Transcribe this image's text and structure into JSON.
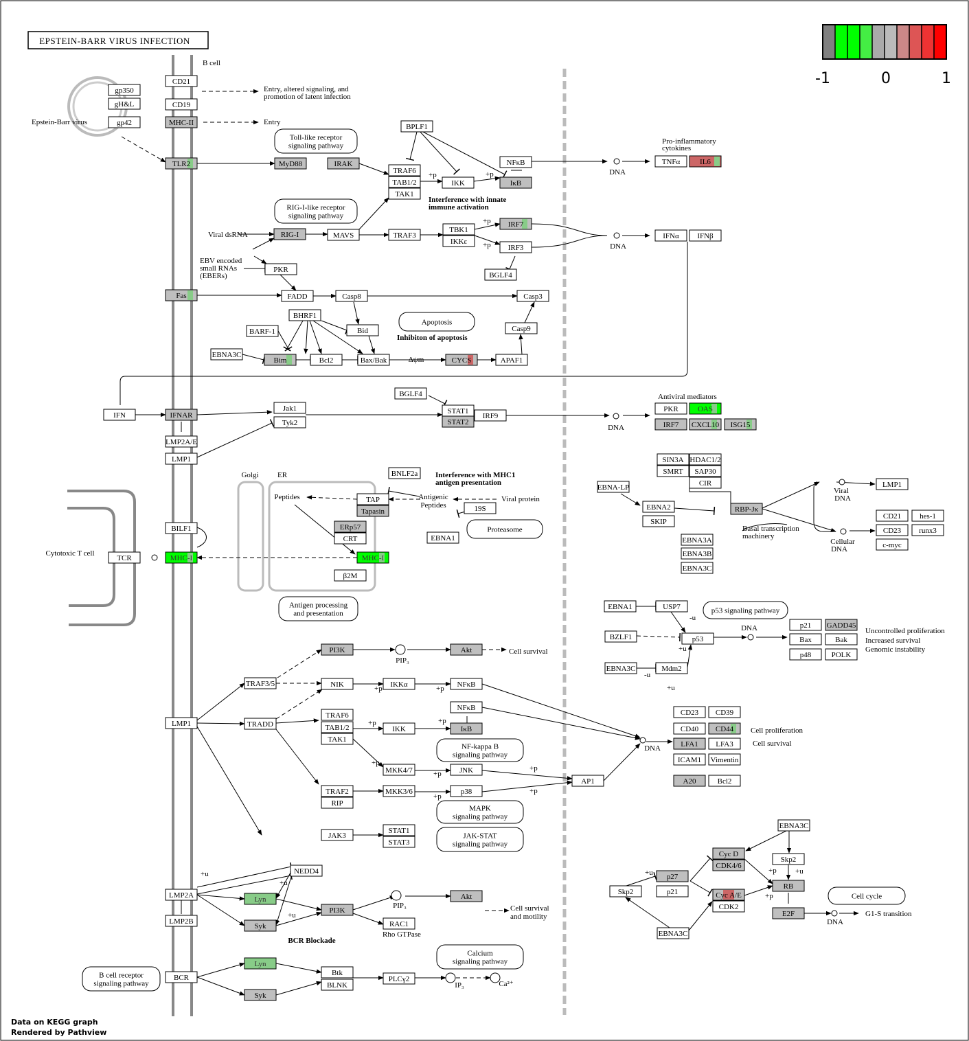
{
  "title": "EPSTEIN-BARR VIRUS INFECTION",
  "legend": {
    "labels": [
      "-1",
      "0",
      "1"
    ],
    "colors": [
      "#808080",
      "#00ff00",
      "#00ff00",
      "#44ee44",
      "#aaaaaa",
      "#bbbbbb",
      "#cc8888",
      "#dd5555",
      "#ee3333",
      "#ff0000"
    ]
  },
  "footer": {
    "line1": "Data on KEGG graph",
    "line2": "Rendered by  Pathview"
  },
  "colors": {
    "gray": "#bfbfbf",
    "green": "#00ff00",
    "lightgreen": "#88cc88",
    "red": "#ff0000",
    "lightred": "#cc6666",
    "white": "#ffffff"
  },
  "nodes": [
    {
      "id": "gp350",
      "label": "gp350",
      "fill": "white"
    },
    {
      "id": "gHgL",
      "label": "gH&L",
      "fill": "white"
    },
    {
      "id": "gp42",
      "label": "gp42",
      "fill": "white"
    },
    {
      "id": "CD21a",
      "label": "CD21",
      "fill": "white"
    },
    {
      "id": "CD19",
      "label": "CD19",
      "fill": "white"
    },
    {
      "id": "MHCII",
      "label": "MHC-II",
      "fill": "gray"
    },
    {
      "id": "TLR2",
      "label": "TLR2",
      "fill": "gray",
      "accent": "lightgreen"
    },
    {
      "id": "MyD88",
      "label": "MyD88",
      "fill": "gray"
    },
    {
      "id": "IRAK",
      "label": "IRAK",
      "fill": "gray"
    },
    {
      "id": "TRAF6a",
      "label": "TRAF6",
      "fill": "white"
    },
    {
      "id": "TAB12a",
      "label": "TAB1/2",
      "fill": "white"
    },
    {
      "id": "TAK1a",
      "label": "TAK1",
      "fill": "white"
    },
    {
      "id": "BPLF1",
      "label": "BPLF1",
      "fill": "white"
    },
    {
      "id": "IKKa",
      "label": "IKK",
      "fill": "white"
    },
    {
      "id": "NFkBa",
      "label": "NFκB",
      "fill": "white"
    },
    {
      "id": "IkBa",
      "label": "IκB",
      "fill": "gray"
    },
    {
      "id": "TNFa",
      "label": "TNFα",
      "fill": "white"
    },
    {
      "id": "IL6",
      "label": "IL6",
      "fill": "lightred",
      "accent": "lightgreen"
    },
    {
      "id": "RIGI",
      "label": "RIG-I",
      "fill": "gray"
    },
    {
      "id": "MAVS",
      "label": "MAVS",
      "fill": "white"
    },
    {
      "id": "TRAF3a",
      "label": "TRAF3",
      "fill": "white"
    },
    {
      "id": "TBK1",
      "label": "TBK1",
      "fill": "white"
    },
    {
      "id": "IKKe",
      "label": "IKKε",
      "fill": "white"
    },
    {
      "id": "IRF7a",
      "label": "IRF7",
      "fill": "gray",
      "accent": "lightgreen"
    },
    {
      "id": "IRF3",
      "label": "IRF3",
      "fill": "white"
    },
    {
      "id": "BGLF4a",
      "label": "BGLF4",
      "fill": "white"
    },
    {
      "id": "IFNa",
      "label": "IFNα",
      "fill": "white"
    },
    {
      "id": "IFNb",
      "label": "IFNβ",
      "fill": "white"
    },
    {
      "id": "PKRa",
      "label": "PKR",
      "fill": "white"
    },
    {
      "id": "Fas",
      "label": "Fas",
      "fill": "gray",
      "accent": "lightgreen"
    },
    {
      "id": "FADD",
      "label": "FADD",
      "fill": "white"
    },
    {
      "id": "Casp8",
      "label": "Casp8",
      "fill": "white"
    },
    {
      "id": "Casp3",
      "label": "Casp3",
      "fill": "white"
    },
    {
      "id": "BHRF1",
      "label": "BHRF1",
      "fill": "white"
    },
    {
      "id": "Bid",
      "label": "Bid",
      "fill": "white"
    },
    {
      "id": "BARF1",
      "label": "BARF-1",
      "fill": "white"
    },
    {
      "id": "EBNA3Ca",
      "label": "EBNA3C",
      "fill": "white"
    },
    {
      "id": "Bim",
      "label": "Bim",
      "fill": "gray",
      "accent": "lightgreen"
    },
    {
      "id": "Bcl2a",
      "label": "Bcl2",
      "fill": "white"
    },
    {
      "id": "BaxBak",
      "label": "Bax/Bak",
      "fill": "white"
    },
    {
      "id": "CYCS",
      "label": "CYCS",
      "fill": "gray",
      "accent": "lightred"
    },
    {
      "id": "APAF1",
      "label": "APAF1",
      "fill": "white"
    },
    {
      "id": "Casp9",
      "label": "Casp9",
      "fill": "white"
    },
    {
      "id": "IFN",
      "label": "IFN",
      "fill": "white"
    },
    {
      "id": "IFNAR",
      "label": "IFNAR",
      "fill": "gray"
    },
    {
      "id": "Jak1",
      "label": "Jak1",
      "fill": "white"
    },
    {
      "id": "Tyk2",
      "label": "Tyk2",
      "fill": "white"
    },
    {
      "id": "LMP2AEa",
      "label": "LMP2A/E",
      "fill": "white"
    },
    {
      "id": "LMP1a",
      "label": "LMP1",
      "fill": "white"
    },
    {
      "id": "BGLF4b",
      "label": "BGLF4",
      "fill": "white"
    },
    {
      "id": "STAT1a",
      "label": "STAT1",
      "fill": "white"
    },
    {
      "id": "STAT2",
      "label": "STAT2",
      "fill": "gray"
    },
    {
      "id": "IRF9",
      "label": "IRF9",
      "fill": "white"
    },
    {
      "id": "PKRb",
      "label": "PKR",
      "fill": "white"
    },
    {
      "id": "OAS",
      "label": "OAS",
      "fill": "green",
      "accent": "lightgreen"
    },
    {
      "id": "IRF7b",
      "label": "IRF7",
      "fill": "gray"
    },
    {
      "id": "CXCL10",
      "label": "CXCL10",
      "fill": "gray",
      "accent": "lightgreen"
    },
    {
      "id": "ISG15",
      "label": "ISG15",
      "fill": "gray",
      "accent": "lightgreen"
    },
    {
      "id": "BNLF2a",
      "label": "BNLF2a",
      "fill": "white"
    },
    {
      "id": "TAP",
      "label": "TAP",
      "fill": "white"
    },
    {
      "id": "Tapasin",
      "label": "Tapasin",
      "fill": "gray"
    },
    {
      "id": "ERp57",
      "label": "ERp57",
      "fill": "gray"
    },
    {
      "id": "CRT",
      "label": "CRT",
      "fill": "white"
    },
    {
      "id": "MHCIa",
      "label": "MHC-I",
      "fill": "green",
      "accent": "lightgreen"
    },
    {
      "id": "b2M",
      "label": "β2M",
      "fill": "white"
    },
    {
      "id": "S19",
      "label": "19S",
      "fill": "white"
    },
    {
      "id": "EBNA1a",
      "label": "EBNA1",
      "fill": "white"
    },
    {
      "id": "BILF1",
      "label": "BILF1",
      "fill": "white"
    },
    {
      "id": "MHCIb",
      "label": "MHC-I",
      "fill": "green",
      "accent": "lightgreen"
    },
    {
      "id": "TCR",
      "label": "TCR",
      "fill": "white"
    },
    {
      "id": "SIN3A",
      "label": "SIN3A",
      "fill": "white"
    },
    {
      "id": "HDAC12",
      "label": "HDAC1/2",
      "fill": "white"
    },
    {
      "id": "SMRT",
      "label": "SMRT",
      "fill": "white"
    },
    {
      "id": "SAP30",
      "label": "SAP30",
      "fill": "white"
    },
    {
      "id": "CIR",
      "label": "CIR",
      "fill": "white"
    },
    {
      "id": "EBNALP",
      "label": "EBNA-LP",
      "fill": "white"
    },
    {
      "id": "EBNA2",
      "label": "EBNA2",
      "fill": "white"
    },
    {
      "id": "SKIP",
      "label": "SKIP",
      "fill": "white"
    },
    {
      "id": "RBPJk",
      "label": "RBP-Jκ",
      "fill": "gray"
    },
    {
      "id": "EBNA3A",
      "label": "EBNA3A",
      "fill": "white"
    },
    {
      "id": "EBNA3B",
      "label": "EBNA3B",
      "fill": "white"
    },
    {
      "id": "EBNA3Cb",
      "label": "EBNA3C",
      "fill": "white"
    },
    {
      "id": "LMP1b",
      "label": "LMP1",
      "fill": "white"
    },
    {
      "id": "CD21b",
      "label": "CD21",
      "fill": "white"
    },
    {
      "id": "hes1",
      "label": "hes-1",
      "fill": "white"
    },
    {
      "id": "CD23a",
      "label": "CD23",
      "fill": "white"
    },
    {
      "id": "runx3",
      "label": "runx3",
      "fill": "white"
    },
    {
      "id": "cmyc",
      "label": "c-myc",
      "fill": "white"
    },
    {
      "id": "EBNA1b",
      "label": "EBNA1",
      "fill": "white"
    },
    {
      "id": "USP7",
      "label": "USP7",
      "fill": "white"
    },
    {
      "id": "BZLF1",
      "label": "BZLF1",
      "fill": "white"
    },
    {
      "id": "p53",
      "label": "p53",
      "fill": "white"
    },
    {
      "id": "EBNA3Cc",
      "label": "EBNA3C",
      "fill": "white"
    },
    {
      "id": "Mdm2",
      "label": "Mdm2",
      "fill": "white"
    },
    {
      "id": "p21a",
      "label": "p21",
      "fill": "white"
    },
    {
      "id": "GADD45",
      "label": "GADD45",
      "fill": "gray"
    },
    {
      "id": "Bax",
      "label": "Bax",
      "fill": "white"
    },
    {
      "id": "Bak",
      "label": "Bak",
      "fill": "white"
    },
    {
      "id": "p48",
      "label": "p48",
      "fill": "white"
    },
    {
      "id": "POLK",
      "label": "POLK",
      "fill": "white"
    },
    {
      "id": "PI3Ka",
      "label": "PI3K",
      "fill": "gray"
    },
    {
      "id": "Akta",
      "label": "Akt",
      "fill": "gray"
    },
    {
      "id": "TRAF35",
      "label": "TRAF3/5",
      "fill": "white"
    },
    {
      "id": "NIK",
      "label": "NIK",
      "fill": "white"
    },
    {
      "id": "IKKalpha",
      "label": "IKKα",
      "fill": "white"
    },
    {
      "id": "NFkBb",
      "label": "NFκB",
      "fill": "white"
    },
    {
      "id": "NFkBc",
      "label": "NFκB",
      "fill": "white"
    },
    {
      "id": "IkBb",
      "label": "IκB",
      "fill": "gray"
    },
    {
      "id": "LMP1c",
      "label": "LMP1",
      "fill": "white"
    },
    {
      "id": "TRADD",
      "label": "TRADD",
      "fill": "white"
    },
    {
      "id": "TRAF6b",
      "label": "TRAF6",
      "fill": "white"
    },
    {
      "id": "TAB12b",
      "label": "TAB1/2",
      "fill": "white"
    },
    {
      "id": "TAK1b",
      "label": "TAK1",
      "fill": "white"
    },
    {
      "id": "IKKb",
      "label": "IKK",
      "fill": "white"
    },
    {
      "id": "MKK47",
      "label": "MKK4/7",
      "fill": "white"
    },
    {
      "id": "JNK",
      "label": "JNK",
      "fill": "white"
    },
    {
      "id": "TRAF2",
      "label": "TRAF2",
      "fill": "white"
    },
    {
      "id": "RIP",
      "label": "RIP",
      "fill": "white"
    },
    {
      "id": "MKK36",
      "label": "MKK3/6",
      "fill": "white"
    },
    {
      "id": "p38",
      "label": "p38",
      "fill": "white"
    },
    {
      "id": "AP1",
      "label": "AP1",
      "fill": "white"
    },
    {
      "id": "JAK3",
      "label": "JAK3",
      "fill": "white"
    },
    {
      "id": "STAT1b",
      "label": "STAT1",
      "fill": "white"
    },
    {
      "id": "STAT3",
      "label": "STAT3",
      "fill": "white"
    },
    {
      "id": "CD23b",
      "label": "CD23",
      "fill": "white"
    },
    {
      "id": "CD39",
      "label": "CD39",
      "fill": "white"
    },
    {
      "id": "CD40",
      "label": "CD40",
      "fill": "white"
    },
    {
      "id": "CD44",
      "label": "CD44",
      "fill": "gray",
      "accent": "lightgreen"
    },
    {
      "id": "LFA1",
      "label": "LFA1",
      "fill": "gray"
    },
    {
      "id": "LFA3",
      "label": "LFA3",
      "fill": "white"
    },
    {
      "id": "ICAM1",
      "label": "ICAM1",
      "fill": "white"
    },
    {
      "id": "Vimentin",
      "label": "Vimentin",
      "fill": "white"
    },
    {
      "id": "A20",
      "label": "A20",
      "fill": "gray"
    },
    {
      "id": "Bcl2b",
      "label": "Bcl2",
      "fill": "white"
    },
    {
      "id": "NEDD4",
      "label": "NEDD4",
      "fill": "white"
    },
    {
      "id": "LMP2A",
      "label": "LMP2A",
      "fill": "white"
    },
    {
      "id": "LMP2B",
      "label": "LMP2B",
      "fill": "white"
    },
    {
      "id": "Lyna",
      "label": "Lyn",
      "fill": "lightgreen",
      "accent": "lightgreen"
    },
    {
      "id": "Syka",
      "label": "Syk",
      "fill": "gray"
    },
    {
      "id": "PI3Kb",
      "label": "PI3K",
      "fill": "gray"
    },
    {
      "id": "Aktb",
      "label": "Akt",
      "fill": "gray"
    },
    {
      "id": "RAC1",
      "label": "RAC1",
      "fill": "white"
    },
    {
      "id": "BCR",
      "label": "BCR",
      "fill": "white"
    },
    {
      "id": "Lynb",
      "label": "Lyn",
      "fill": "lightgreen",
      "accent": "lightgreen"
    },
    {
      "id": "Sykb",
      "label": "Syk",
      "fill": "gray"
    },
    {
      "id": "Btk",
      "label": "Btk",
      "fill": "white"
    },
    {
      "id": "BLNK",
      "label": "BLNK",
      "fill": "white"
    },
    {
      "id": "PLCg2",
      "label": "PLCγ2",
      "fill": "white"
    },
    {
      "id": "EBNA3Cd",
      "label": "EBNA3C",
      "fill": "white"
    },
    {
      "id": "CycD",
      "label": "Cyc D",
      "fill": "gray"
    },
    {
      "id": "CDK46",
      "label": "CDK4/6",
      "fill": "gray"
    },
    {
      "id": "Skp2a",
      "label": "Skp2",
      "fill": "white"
    },
    {
      "id": "p27",
      "label": "p27",
      "fill": "gray"
    },
    {
      "id": "p21b",
      "label": "p21",
      "fill": "white"
    },
    {
      "id": "Skp2b",
      "label": "Skp2",
      "fill": "white"
    },
    {
      "id": "CycAE",
      "label": "Cyc A/E",
      "fill": "gray",
      "accent": "lightred"
    },
    {
      "id": "CDK2",
      "label": "CDK2",
      "fill": "white"
    },
    {
      "id": "RB",
      "label": "RB",
      "fill": "gray"
    },
    {
      "id": "E2F",
      "label": "E2F",
      "fill": "gray"
    },
    {
      "id": "EBNA3Ce",
      "label": "EBNA3C",
      "fill": "white"
    }
  ],
  "labels": [
    {
      "id": "bcell",
      "text": "B cell"
    },
    {
      "id": "ebv",
      "text": "Epstein-Barr virus"
    },
    {
      "id": "entry1a",
      "text": "Entry, altered signaling, and"
    },
    {
      "id": "entry1b",
      "text": "promotion of latent infection"
    },
    {
      "id": "entry2",
      "text": "Entry"
    },
    {
      "id": "dna1",
      "text": "DNA"
    },
    {
      "id": "proinf1",
      "text": "Pro-inflammatory"
    },
    {
      "id": "proinf2",
      "text": "cytokines"
    },
    {
      "id": "innate1",
      "text": "Interference with innate",
      "bold": true
    },
    {
      "id": "innate2",
      "text": "immune activation",
      "bold": true
    },
    {
      "id": "vdsrna",
      "text": "Viral dsRNA"
    },
    {
      "id": "eber1",
      "text": "EBV encoded"
    },
    {
      "id": "eber2",
      "text": "small RNAs"
    },
    {
      "id": "eber3",
      "text": "(EBERs)"
    },
    {
      "id": "dna2",
      "text": "DNA"
    },
    {
      "id": "inhib",
      "text": "Inhibiton of apoptosis",
      "bold": true
    },
    {
      "id": "dpsim",
      "text": "Δψm"
    },
    {
      "id": "dna3",
      "text": "DNA"
    },
    {
      "id": "antiviral",
      "text": "Antiviral mediators"
    },
    {
      "id": "golgi",
      "text": "Golgi"
    },
    {
      "id": "er",
      "text": "ER"
    },
    {
      "id": "mhc1a",
      "text": "Interference with MHC1",
      "bold": true
    },
    {
      "id": "mhc1b",
      "text": "antigen presentation",
      "bold": true
    },
    {
      "id": "peptides",
      "text": "Peptides"
    },
    {
      "id": "antipep1",
      "text": "Antigenic"
    },
    {
      "id": "antipep2",
      "text": "Peptides"
    },
    {
      "id": "viralprot",
      "text": "Viral protein"
    },
    {
      "id": "ctc",
      "text": "Cytotoxic T cell"
    },
    {
      "id": "viraldna1",
      "text": "Viral"
    },
    {
      "id": "viraldna2",
      "text": "DNA"
    },
    {
      "id": "celldna1",
      "text": "Cellular"
    },
    {
      "id": "celldna2",
      "text": "DNA"
    },
    {
      "id": "basal1",
      "text": "Basal transcription"
    },
    {
      "id": "basal2",
      "text": "machinery"
    },
    {
      "id": "dna4",
      "text": "DNA"
    },
    {
      "id": "uncon1",
      "text": "Uncontrolled proliferation"
    },
    {
      "id": "uncon2",
      "text": "Increased survival"
    },
    {
      "id": "uncon3",
      "text": "Genomic instability"
    },
    {
      "id": "pip3a",
      "text": "PIP₃"
    },
    {
      "id": "csurv1",
      "text": "Cell survival"
    },
    {
      "id": "dna5",
      "text": "DNA"
    },
    {
      "id": "cprol",
      "text": "Cell proliferation"
    },
    {
      "id": "csurv2",
      "text": "Cell survival"
    },
    {
      "id": "pip3b",
      "text": "PIP₃"
    },
    {
      "id": "csm1",
      "text": "Cell survival"
    },
    {
      "id": "csm2",
      "text": "and motility"
    },
    {
      "id": "rho",
      "text": "Rho GTPase"
    },
    {
      "id": "bcrblock",
      "text": "BCR Blockade",
      "bold": true
    },
    {
      "id": "ip3",
      "text": "IP₃"
    },
    {
      "id": "ca",
      "text": "Ca²⁺"
    },
    {
      "id": "dna6",
      "text": "DNA"
    },
    {
      "id": "g1s",
      "text": "G1-S transition"
    }
  ],
  "pathways": [
    {
      "id": "tlr",
      "line1": "Toll-like receptor",
      "line2": "signaling pathway"
    },
    {
      "id": "rig",
      "line1": "RIG-I-like receptor",
      "line2": "signaling pathway"
    },
    {
      "id": "apop",
      "line1": "Apoptosis",
      "line2": ""
    },
    {
      "id": "prot",
      "line1": "Proteasome",
      "line2": ""
    },
    {
      "id": "antig",
      "line1": "Antigen processing",
      "line2": "and presentation"
    },
    {
      "id": "p53p",
      "line1": "p53 signaling pathway",
      "line2": ""
    },
    {
      "id": "nfkb",
      "line1": "NF-kappa B",
      "line2": "signaling pathway"
    },
    {
      "id": "mapk",
      "line1": "MAPK",
      "line2": "signaling pathway"
    },
    {
      "id": "jak",
      "line1": "JAK-STAT",
      "line2": "signaling pathway"
    },
    {
      "id": "calc",
      "line1": "Calcium",
      "line2": "signaling pathway"
    },
    {
      "id": "bcrp",
      "line1": "B cell receptor",
      "line2": "signaling pathway"
    },
    {
      "id": "ccycle",
      "line1": "Cell cycle",
      "line2": ""
    }
  ],
  "edge_marks": [
    "+p",
    "+u",
    "-u"
  ]
}
